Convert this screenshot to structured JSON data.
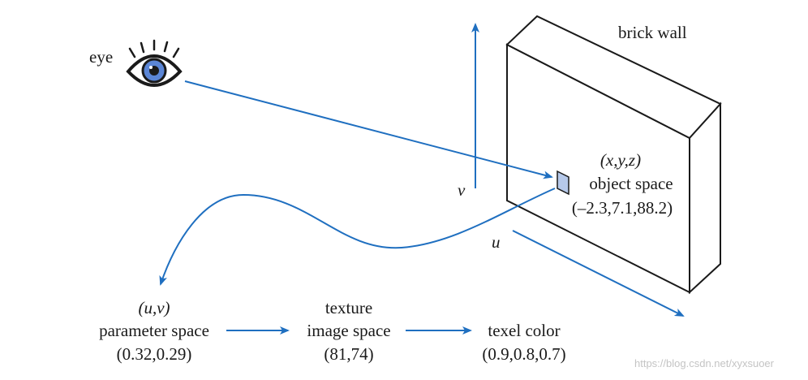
{
  "labels": {
    "eye": "eye",
    "brick_wall": "brick wall",
    "object_xyz": "(x,y,z)",
    "object_space": "object space",
    "object_coords": "(–2.3,7.1,88.2)",
    "axis_v": "v",
    "axis_u": "u",
    "param_uv": "(u,v)",
    "param_space": "parameter space",
    "param_coords": "(0.32,0.29)",
    "texture": "texture",
    "image_space": "image space",
    "image_coords": "(81,74)",
    "texel_color": "texel color",
    "texel_coords": "(0.9,0.8,0.7)"
  },
  "watermark": "https://blog.csdn.net/xyxsuoer",
  "colors": {
    "arrow": "#1f6fc0",
    "patch_fill": "#b6c9ea",
    "iris": "#5b86d6",
    "outline": "#1a1a1a"
  },
  "icons": [
    "eye-icon"
  ]
}
